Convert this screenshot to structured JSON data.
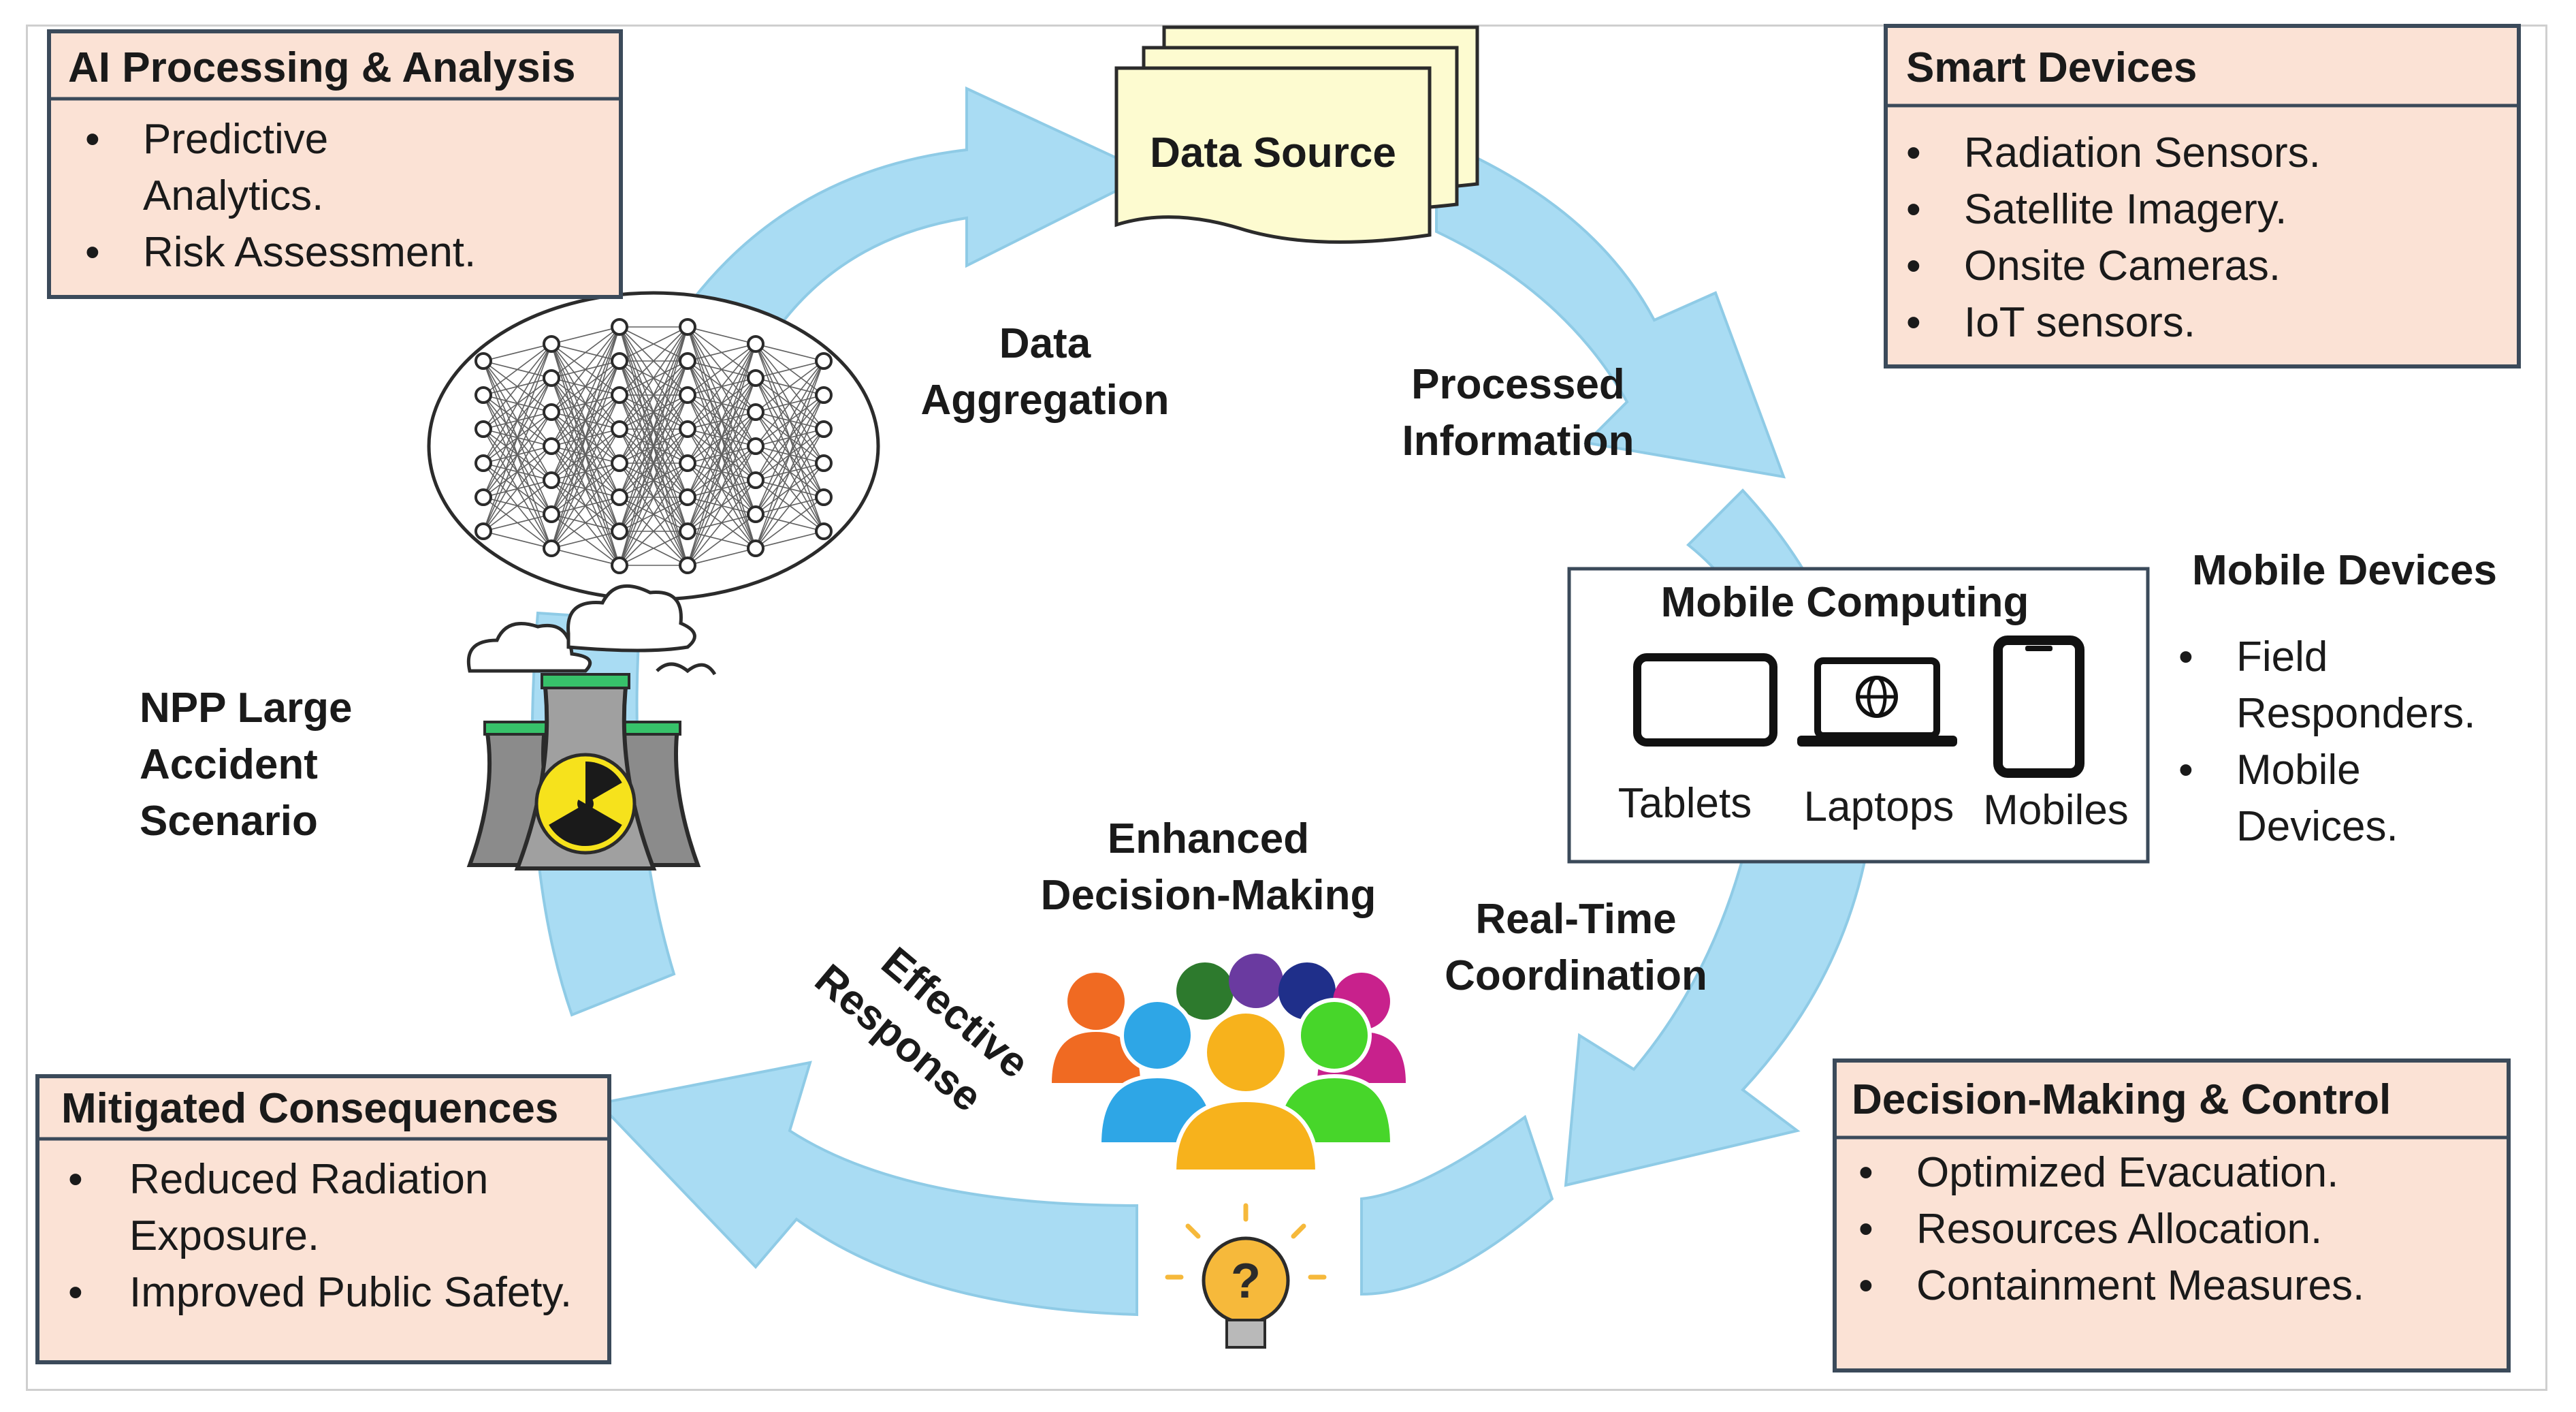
{
  "cycle_labels": {
    "data_source": "Data Source",
    "data_aggregation": [
      "Data",
      "Aggregation"
    ],
    "processed_information": [
      "Processed",
      "Information"
    ],
    "real_time_coordination": [
      "Real-Time",
      "Coordination"
    ],
    "enhanced_decision_making": [
      "Enhanced",
      "Decision-Making"
    ],
    "effective_response": [
      "Effective",
      "Response"
    ],
    "npp_scenario": [
      "NPP Large",
      "Accident",
      "Scenario"
    ]
  },
  "boxes": {
    "ai_processing": {
      "title": "AI Processing & Analysis",
      "bullets": [
        [
          "Predictive",
          "Analytics."
        ],
        [
          "Risk Assessment."
        ]
      ]
    },
    "smart_devices": {
      "title": "Smart Devices",
      "bullets": [
        [
          "Radiation Sensors."
        ],
        [
          "Satellite Imagery."
        ],
        [
          "Onsite Cameras."
        ],
        [
          "IoT sensors."
        ]
      ]
    },
    "mobile_devices": {
      "title": "Mobile Devices",
      "bullets": [
        [
          "Field",
          "Responders."
        ],
        [
          "Mobile",
          "Devices."
        ]
      ]
    },
    "decision_control": {
      "title": "Decision-Making & Control",
      "bullets": [
        [
          "Optimized Evacuation."
        ],
        [
          "Resources Allocation."
        ],
        [
          "Containment Measures."
        ]
      ]
    },
    "mitigated": {
      "title": "Mitigated Consequences",
      "bullets": [
        [
          "Reduced Radiation",
          "Exposure."
        ],
        [
          "Improved Public Safety."
        ]
      ]
    }
  },
  "mobile_computing": {
    "title": "Mobile Computing",
    "devices": [
      "Tablets",
      "Laptops",
      "Mobiles"
    ]
  },
  "colors": {
    "arrow_fill": "#a9dcf3",
    "arrow_stroke": "#8fcbe6",
    "box_fill": "#fbe2d5",
    "box_border": "#3b4a5a",
    "doc_fill": "#fdfbd0"
  },
  "icons": [
    "neural-network-icon",
    "nuclear-plant-icon",
    "people-group-icon",
    "lightbulb-question-icon",
    "tablet-icon",
    "laptop-icon",
    "mobile-phone-icon"
  ]
}
